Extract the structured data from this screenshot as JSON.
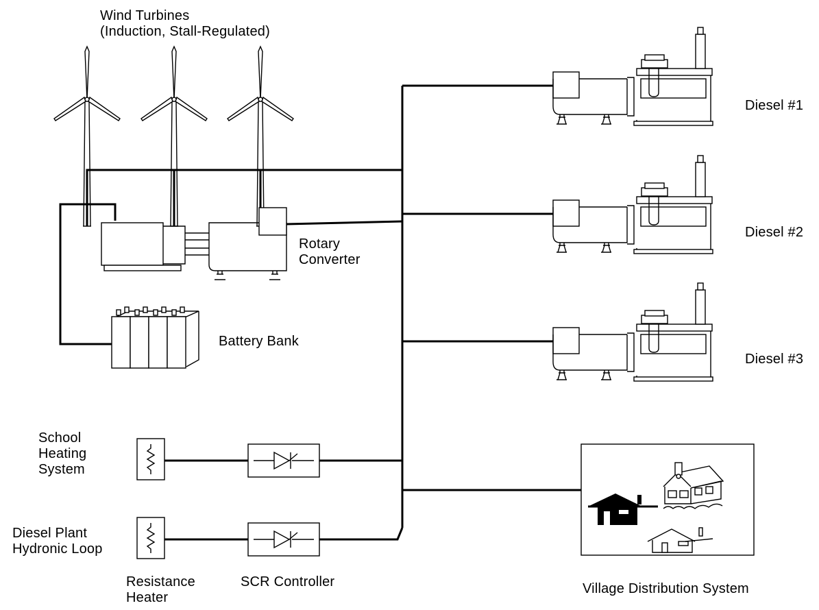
{
  "labels": {
    "wind_turbines": "Wind Turbines\n(Induction, Stall-Regulated)",
    "rotary_converter": "Rotary\nConverter",
    "battery_bank": "Battery Bank",
    "school_heating": "School\nHeating\nSystem",
    "diesel_plant_loop": "Diesel Plant\nHydronic Loop",
    "resistance_heater": "Resistance\nHeater",
    "scr_controller": "SCR Controller",
    "diesel_1": "Diesel #1",
    "diesel_2": "Diesel #2",
    "diesel_3": "Diesel #3",
    "village_distribution": "Village Distribution System"
  },
  "colors": {
    "line": "#000000",
    "background": "#ffffff"
  }
}
